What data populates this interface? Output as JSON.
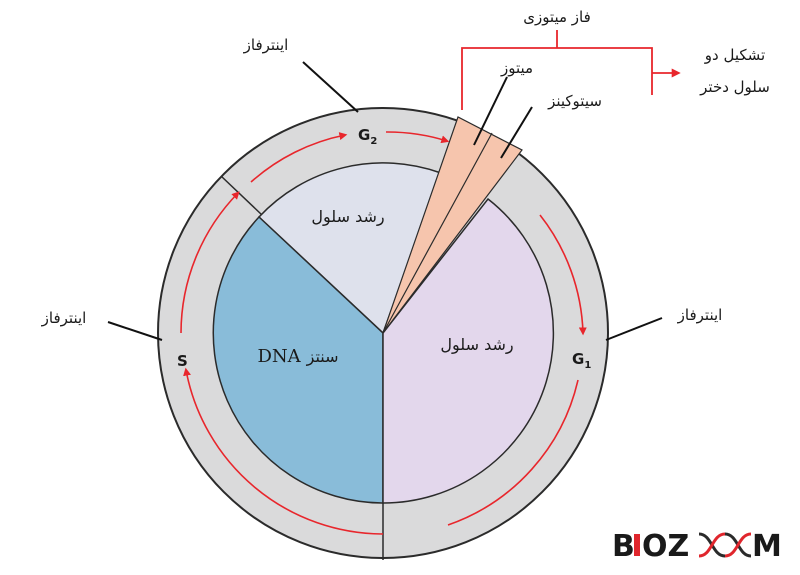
{
  "colors": {
    "outer_ring": "#dadadb",
    "ring_stroke": "#2b2b2b",
    "arrow": "#e8262c",
    "g2_sector": "#dee1ec",
    "s_sector": "#89bcd9",
    "g1_sector": "#e3d7ec",
    "mitosis_wedge": "#f6c5ad",
    "logo_dark": "#2b2b2b",
    "logo_accent": "#e0262d"
  },
  "labels": {
    "interphase_top": "اینترفاز",
    "interphase_left": "اینترفاز",
    "interphase_right": "اینترفاز",
    "mitotic_phase": "فاز میتوزی",
    "mitosis": "میتوز",
    "cytokinesis": "سیتوکینز",
    "daughter_line1": "تشکیل دو",
    "daughter_line2": "سلول دختر",
    "growth_top": "رشد سلول",
    "growth_right": "رشد سلول",
    "dna_synthesis_word": "سنتز",
    "dna_synthesis_abbr": "DNA"
  },
  "phases": {
    "g2_letter": "G",
    "g2_sub": "2",
    "g1_letter": "G",
    "g1_sub": "1",
    "s_letter": "S"
  },
  "logo": {
    "part1": "B",
    "part2": "OZ",
    "part3": "M"
  }
}
